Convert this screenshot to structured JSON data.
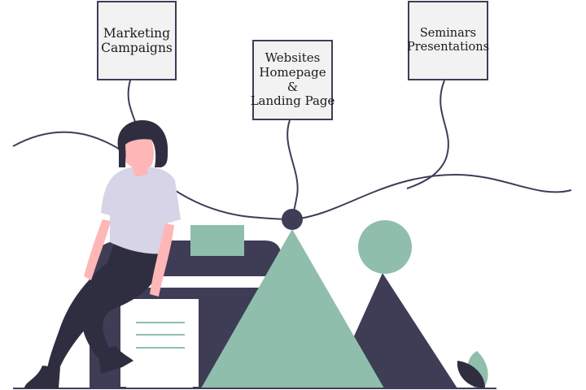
{
  "cards": {
    "marketing": {
      "lines": [
        "Marketing",
        "Campaigns"
      ]
    },
    "websites": {
      "lines": [
        "Websites",
        "Homepage",
        "&",
        "Landing Page"
      ]
    },
    "seminars": {
      "lines": [
        "Seminars",
        "Presentations"
      ]
    }
  },
  "colors": {
    "dark": "#3f3d56",
    "accent_green": "#8fbfac",
    "skin": "#ffb6b6",
    "hair": "#2f2e41",
    "shirt": "#d6d4e6",
    "card_bg": "#f2f2f2",
    "paper": "#ffffff"
  },
  "icons": {
    "person": "woman-sitting-illustration",
    "hub": "connector-node",
    "document": "document-sheet-icon"
  }
}
